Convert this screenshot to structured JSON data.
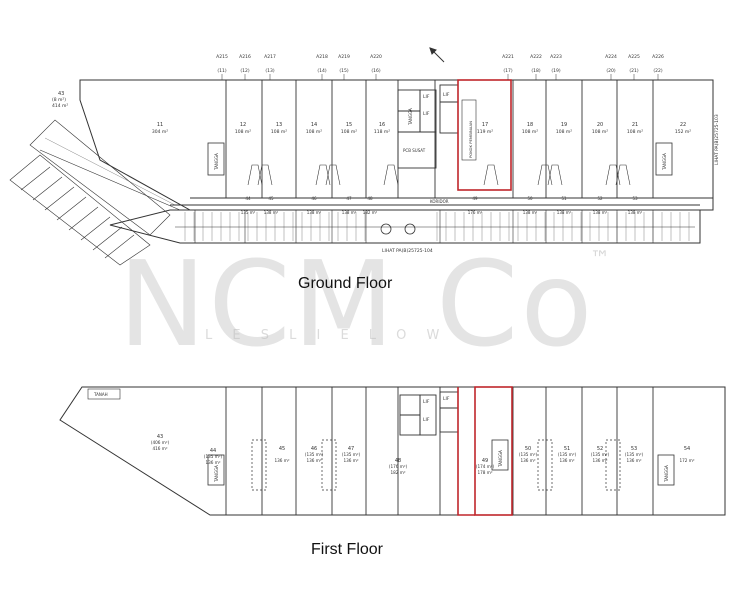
{
  "ground_floor": {
    "heading": "Ground Floor",
    "top_tags": [
      {
        "code": "A215",
        "lot": "(11)"
      },
      {
        "code": "A216",
        "lot": "(12)"
      },
      {
        "code": "A217",
        "lot": "(13)"
      },
      {
        "code": "A218",
        "lot": "(14)"
      },
      {
        "code": "A219",
        "lot": "(15)"
      },
      {
        "code": "A220",
        "lot": "(16)"
      },
      {
        "code": "A221",
        "lot": "(17)"
      },
      {
        "code": "A222",
        "lot": "(18)"
      },
      {
        "code": "A223",
        "lot": "(19)"
      },
      {
        "code": "A224",
        "lot": "(20)"
      },
      {
        "code": "A225",
        "lot": "(21)"
      },
      {
        "code": "A226",
        "lot": "(22)"
      }
    ],
    "units": [
      {
        "no": "11",
        "area": "304 m²"
      },
      {
        "no": "12",
        "area": "108 m²"
      },
      {
        "no": "13",
        "area": "108 m²"
      },
      {
        "no": "14",
        "area": "108 m²"
      },
      {
        "no": "15",
        "area": "108 m²"
      },
      {
        "no": "16",
        "area": "118 m²"
      },
      {
        "no": "17",
        "area": "119 m²"
      },
      {
        "no": "18",
        "area": "108 m²"
      },
      {
        "no": "19",
        "area": "108 m²"
      },
      {
        "no": "20",
        "area": "108 m²"
      },
      {
        "no": "21",
        "area": "108 m²"
      },
      {
        "no": "22",
        "area": "152 m²"
      }
    ],
    "corner_unit": {
      "no": "43",
      "area1": "(8 m²)",
      "area2": "414 m²"
    },
    "tangga": "TANGGA",
    "lif": "LIF",
    "bilik_suis": "PCB SUSAT",
    "koridor": "KORIDOR",
    "lihat_pa_right": "LIHAT PA(B)25725-103",
    "lihat_pa_bottom": "LIHAT PA(B)25725-104",
    "highlight_label": "POKOK PEMBINAAN",
    "lower_lots": [
      {
        "no": "44",
        "area": "135 m²"
      },
      {
        "no": "45",
        "area": "138 m²"
      },
      {
        "no": "46",
        "area": "138 m²"
      },
      {
        "no": "47",
        "area": "138 m²"
      },
      {
        "no": "48",
        "area": "182 m²"
      },
      {
        "no": "49",
        "area": "176 m²"
      },
      {
        "no": "50",
        "area": "138 m²"
      },
      {
        "no": "51",
        "area": "138 m²"
      },
      {
        "no": "52",
        "area": "138 m²"
      },
      {
        "no": "53",
        "area": "138 m²"
      }
    ]
  },
  "first_floor": {
    "heading": "First Floor",
    "tanah": "TANAH",
    "units": [
      {
        "no": "43",
        "area1": "(406 m²)",
        "area2": "416 m²"
      },
      {
        "no": "44",
        "area1": "(135 m²)",
        "area2": "136 m²"
      },
      {
        "no": "45",
        "area1": "",
        "area2": "136 m²"
      },
      {
        "no": "46",
        "area1": "(135 m²)",
        "area2": "136 m²"
      },
      {
        "no": "47",
        "area1": "(135 m²)",
        "area2": "136 m²"
      },
      {
        "no": "48",
        "area1": "(176 m²)",
        "area2": "182 m²"
      },
      {
        "no": "49",
        "area1": "(174 m²)",
        "area2": "178 m²"
      },
      {
        "no": "50",
        "area1": "(135 m²)",
        "area2": "136 m²"
      },
      {
        "no": "51",
        "area1": "(135 m²)",
        "area2": "136 m²"
      },
      {
        "no": "52",
        "area1": "(135 m²)",
        "area2": "136 m²"
      },
      {
        "no": "53",
        "area1": "(135 m²)",
        "area2": "136 m²"
      },
      {
        "no": "54",
        "area1": "",
        "area2": "172 m²"
      }
    ],
    "tangga": "TANGGA",
    "lif": "LIF"
  },
  "watermark": {
    "brand": "NCM Co",
    "trademark": "™",
    "sub": "L E S L I E   L O W"
  },
  "colors": {
    "line": "#333333",
    "highlight": "#c0262b",
    "watermark": "#bcbcbc"
  }
}
